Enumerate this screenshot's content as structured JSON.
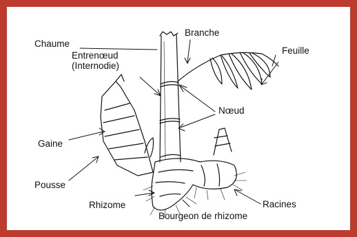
{
  "colors": {
    "border": "#bd3b2f",
    "background": "#ffffff",
    "ink": "#111111"
  },
  "labels": {
    "chaume": "Chaume",
    "branche": "Branche",
    "entrenoeud": "Entrenœud",
    "internodie": "(Internodie)",
    "feuille": "Feuille",
    "noeud": "Nœud",
    "gaine": "Gaine",
    "pousse": "Pousse",
    "racines": "Racines",
    "rhizome": "Rhizome",
    "bourgeon": "Bourgeon de rhizome"
  }
}
